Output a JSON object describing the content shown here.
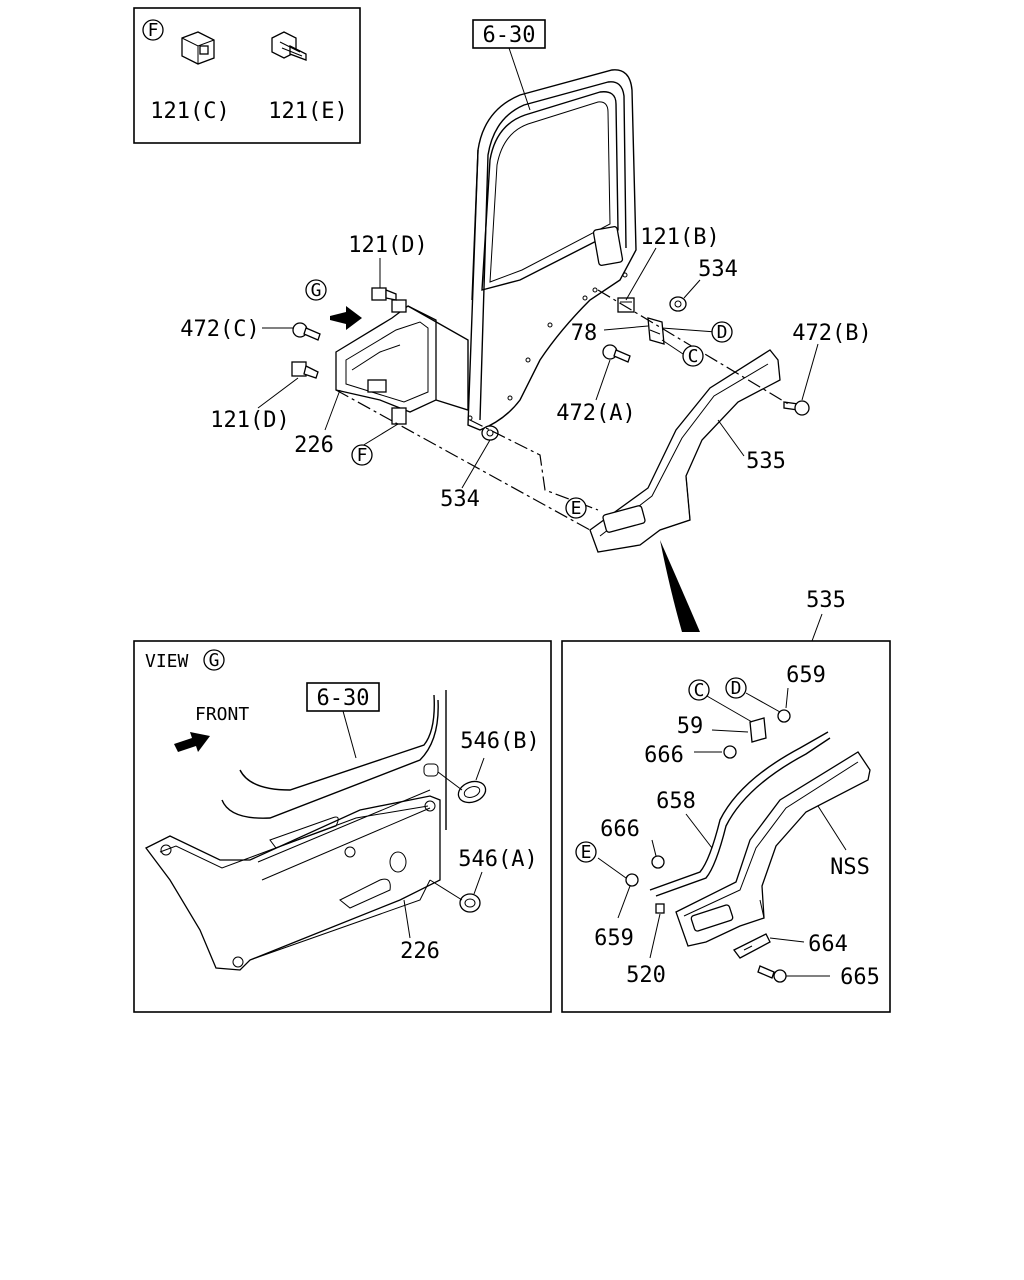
{
  "callouts": {
    "ref_6_30_top": "6-30",
    "ref_6_30_view": "6-30",
    "p121B": "121(B)",
    "p121C": "121(C)",
    "p121D_top": "121(D)",
    "p121D_bot": "121(D)",
    "p121E": "121(E)",
    "p472A": "472(A)",
    "p472B": "472(B)",
    "p472C": "472(C)",
    "p534_top": "534",
    "p534_bot": "534",
    "p535_main": "535",
    "p535_detail": "535",
    "p226_top": "226",
    "p226_view": "226",
    "p78": "78",
    "p546A": "546(A)",
    "p546B": "546(B)",
    "p59": "59",
    "p520": "520",
    "p658": "658",
    "p659_top": "659",
    "p659_bot": "659",
    "p664": "664",
    "p665": "665",
    "p666_top": "666",
    "p666_bot": "666",
    "nss": "NSS"
  },
  "markers": {
    "F_box": "F",
    "F_main": "F",
    "G_main": "G",
    "G_view": "G",
    "C_main": "C",
    "D_main": "D",
    "E_main": "E",
    "C_detail": "C",
    "D_detail": "D",
    "E_detail": "E"
  },
  "view": {
    "title": "VIEW",
    "front": "FRONT"
  }
}
